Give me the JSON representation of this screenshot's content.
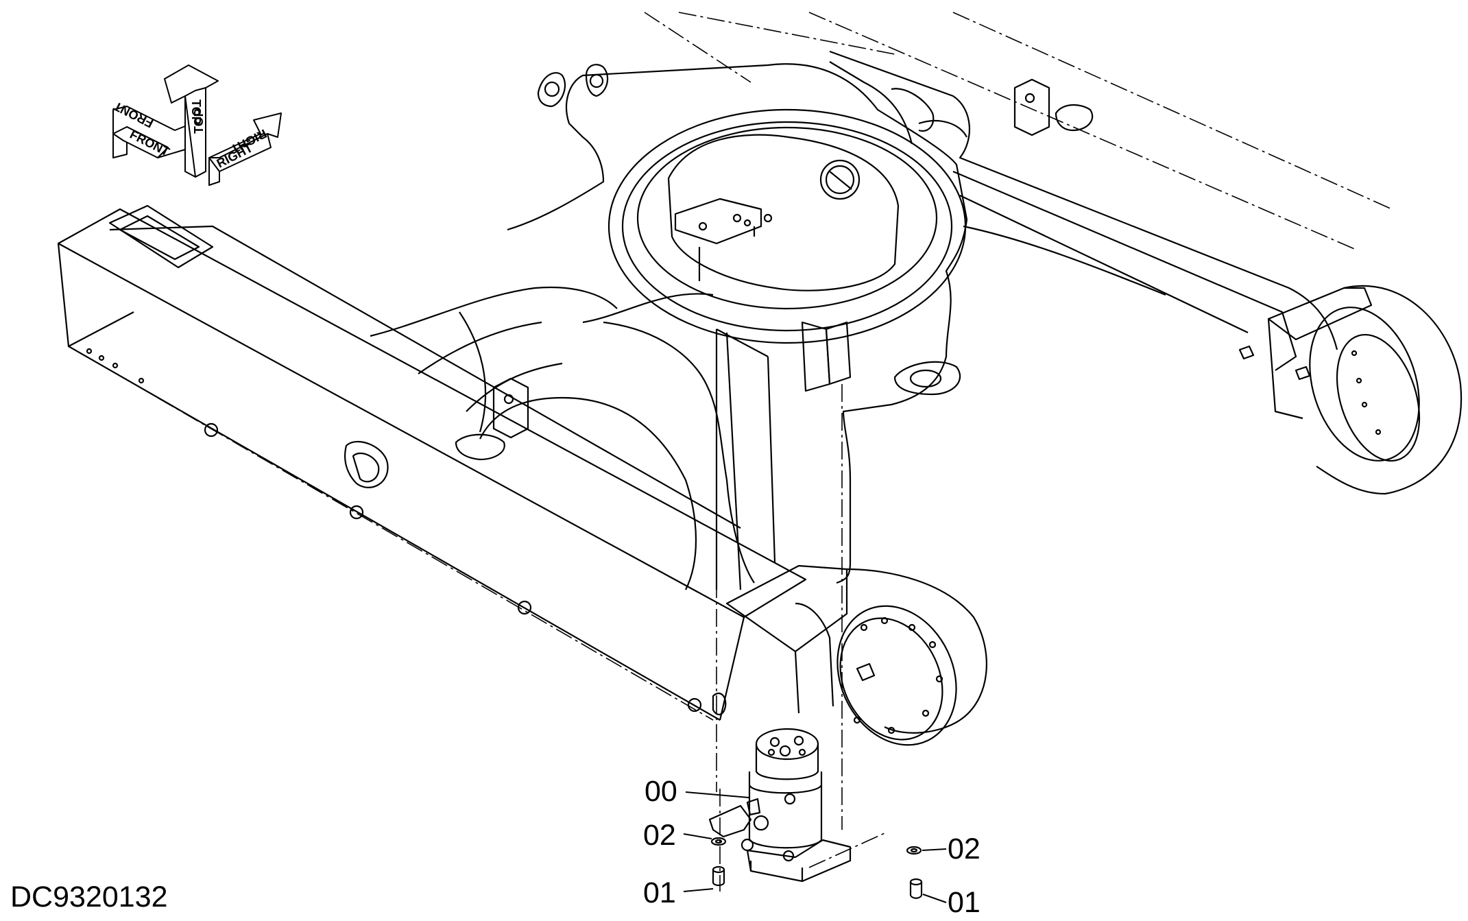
{
  "drawing": {
    "drawing_id": "DC9320132",
    "colors": {
      "line": "#000000",
      "background": "#ffffff"
    }
  },
  "orientation": {
    "front": "FRONT",
    "top": "TOP",
    "right": "RIGHT"
  },
  "callouts": [
    {
      "id": "center-joint",
      "label": "00"
    },
    {
      "id": "washer-left",
      "label": "02"
    },
    {
      "id": "bolt-left",
      "label": "01"
    },
    {
      "id": "washer-right",
      "label": "02"
    },
    {
      "id": "bolt-right",
      "label": "01"
    }
  ]
}
